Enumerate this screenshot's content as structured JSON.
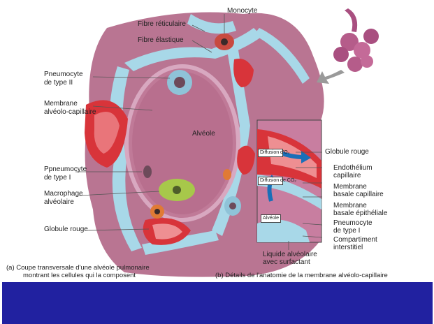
{
  "labels": {
    "monocyte": "Monocyte",
    "fibre_reticulaire": "Fibre réticulaire",
    "fibre_elastique": "Fibre élastique",
    "pneumocyte_ii_line1": "Pneumocyte",
    "pneumocyte_ii_line2": "de type II",
    "membrane_ac_line1": "Membrane",
    "membrane_ac_line2": "alvéolo-capillaire",
    "alveole": "Alvéole",
    "ppneumocyte_i_line1": "Ppneumocyte",
    "ppneumocyte_i_line2": "de type I",
    "macrophage_line1": "Macrophage",
    "macrophage_line2": "alvéolaire",
    "globule_rouge_left": "Globule rouge",
    "globule_rouge_right": "Globule rouge",
    "endothelium_line1": "Endothélium",
    "endothelium_line2": "capillaire",
    "membrane_basale_cap_line1": "Membrane",
    "membrane_basale_cap_line2": "basale capillaire",
    "membrane_basale_epi_line1": "Membrane",
    "membrane_basale_epi_line2": "basale épithéliale",
    "pneumocyte_i_line1": "Pneumocyte",
    "pneumocyte_i_line2": "de type I",
    "compartiment_line1": "Compartiment",
    "compartiment_line2": "interstitiel",
    "liquide_line1": "Liquide alvéolaire",
    "liquide_line2": "avec surfactant",
    "diffusion_o2": "Diffusion d'O₂",
    "diffusion_co2": "Diffusion de CO₂",
    "alveole_box": "Alvéole"
  },
  "captions": {
    "a_line1": "(a) Coupe transversale d'une alvéole pulmonaire",
    "a_line2": "montrant les cellules qui la composent",
    "b": "(b) Détails de l'anatomie de la membrane alvéolo-capillaire"
  },
  "colors": {
    "band": "#2121a0",
    "tissue": "#b46a8a",
    "interstitium": "#a8d8e8",
    "red_cell": "#d8343a"
  }
}
